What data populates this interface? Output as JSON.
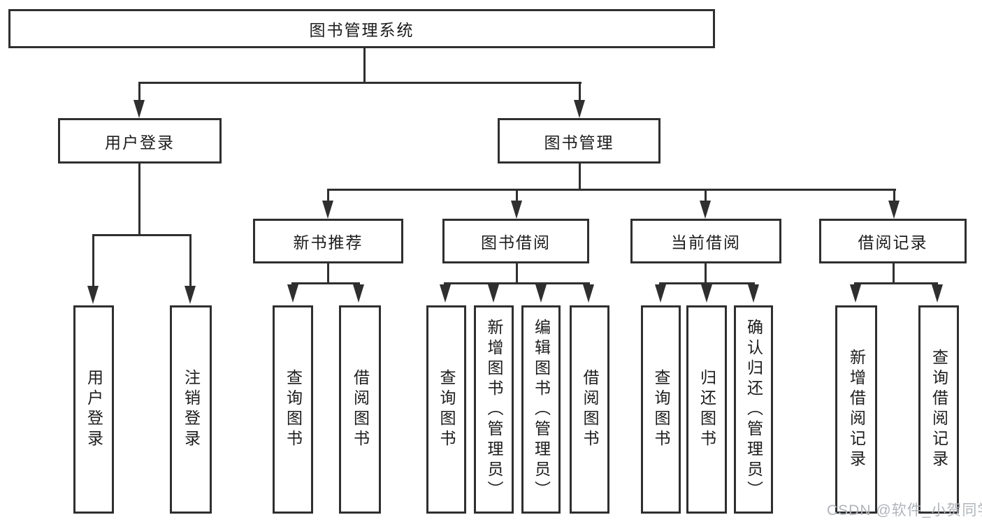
{
  "colors": {
    "line": "#2f2f2f",
    "text": "#1c1c1c",
    "watermark": "#b0b4ba",
    "background": "#ffffff"
  },
  "nodes": {
    "root": {
      "label": "图书管理系统"
    },
    "user_login": {
      "label": "用户登录"
    },
    "book_mgmt": {
      "label": "图书管理"
    },
    "new_books": {
      "label": "新书推荐"
    },
    "book_borrow": {
      "label": "图书借阅"
    },
    "current_borrow": {
      "label": "当前借阅"
    },
    "borrow_records": {
      "label": "借阅记录"
    }
  },
  "leaves": [
    {
      "label": "用户登录"
    },
    {
      "label": "注销登录"
    },
    {
      "label": "查询图书"
    },
    {
      "label": "借阅图书"
    },
    {
      "label": "查询图书"
    },
    {
      "label": "新增图书（管理员）"
    },
    {
      "label": "编辑图书（管理员）"
    },
    {
      "label": "借阅图书"
    },
    {
      "label": "查询图书"
    },
    {
      "label": "归还图书"
    },
    {
      "label": "确认归还（管理员）"
    },
    {
      "label": "新增借阅记录"
    },
    {
      "label": "查询借阅记录"
    }
  ],
  "watermark": "CSDN @软件_小贺同学"
}
